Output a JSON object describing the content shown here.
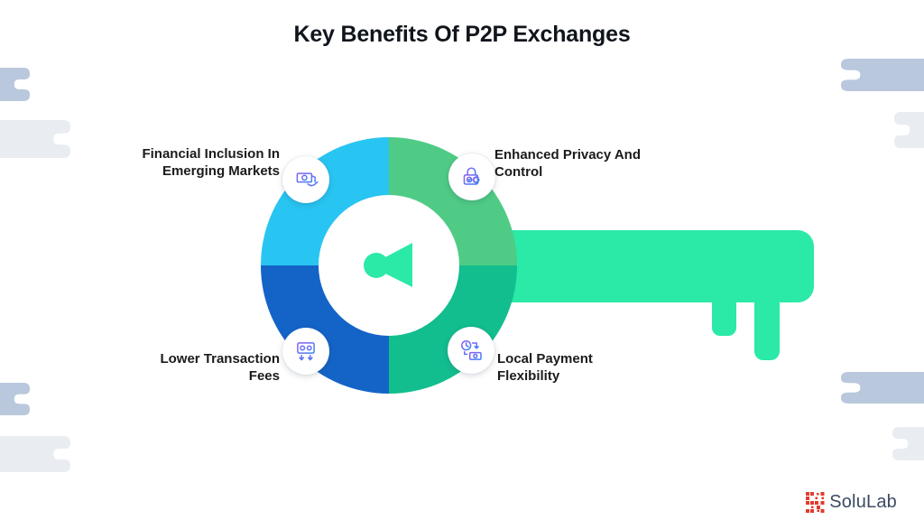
{
  "title": "Key Benefits Of P2P Exchanges",
  "diagram": {
    "shape": "key",
    "center_icon": "keyhole-icon",
    "benefits": [
      {
        "position": "top-left",
        "icon": "hand-holding-money-icon",
        "lines": [
          "Financial Inclusion In",
          "Emerging Markets"
        ]
      },
      {
        "position": "top-right",
        "icon": "padlock-settings-icon",
        "lines": [
          "Enhanced Privacy And",
          "Control"
        ]
      },
      {
        "position": "bottom-left",
        "icon": "money-down-arrows-icon",
        "lines": [
          "Lower Transaction",
          "Fees"
        ]
      },
      {
        "position": "bottom-right",
        "icon": "clock-payment-icon",
        "lines": [
          "Local Payment",
          "Flexibility"
        ]
      }
    ]
  },
  "footer": {
    "brand_name": "SoluLab"
  },
  "colors": {
    "quad-top-left": "#29C5F2",
    "quad-top-right": "#4FCB85",
    "quad-bottom-left": "#1464C7",
    "quad-bottom-right": "#12BE8E",
    "key-shaft": "#2BE9A7",
    "icon-accent-start": "#8B5CF6",
    "icon-accent-end": "#3B82F6",
    "deco-dark": "#B9C8DC",
    "deco-light": "#E9EDF2",
    "title-color": "#10151C",
    "brand-red": "#E23B2E",
    "brand-text": "#3C4B63"
  }
}
